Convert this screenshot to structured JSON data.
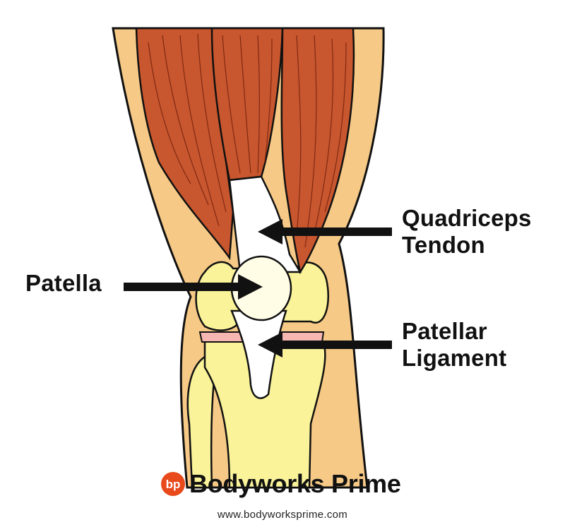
{
  "labels": {
    "quadriceps_line1": "Quadriceps",
    "quadriceps_line2": "Tendon",
    "patella": "Patella",
    "patellar_line1": "Patellar",
    "patellar_line2": "Ligament"
  },
  "brand": {
    "logo_letters": "bp",
    "name": "Bodyworks Prime",
    "url": "www.bodyworksprime.com"
  },
  "colors": {
    "skin": "#f6c986",
    "muscle": "#c8562e",
    "bone": "#faf39a",
    "cartilage": "#f6b7b3",
    "tendon": "#ffffff",
    "arrow": "#111111",
    "logo": "#e84a1c"
  }
}
